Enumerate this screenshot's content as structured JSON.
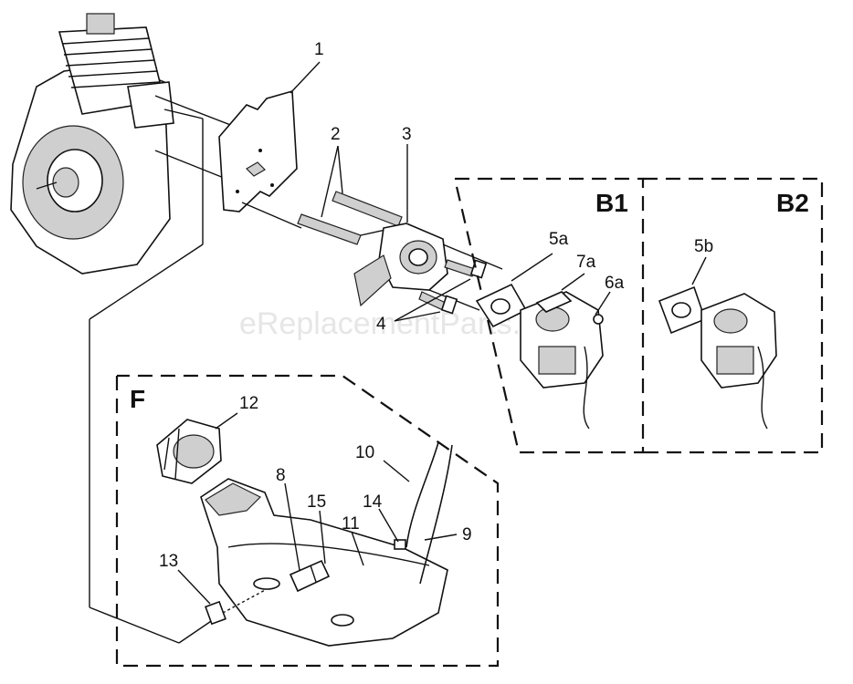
{
  "watermark": "eReplacementParts.com",
  "groups": {
    "b1": "B1",
    "b2": "B2",
    "f": "F"
  },
  "labels": {
    "l1": "1",
    "l2": "2",
    "l3": "3",
    "l4": "4",
    "l5a": "5a",
    "l7a": "7a",
    "l6a": "6a",
    "l5b": "5b",
    "l12": "12",
    "l8": "8",
    "l15": "15",
    "l10": "10",
    "l14": "14",
    "l11": "11",
    "l9": "9",
    "l13": "13"
  }
}
